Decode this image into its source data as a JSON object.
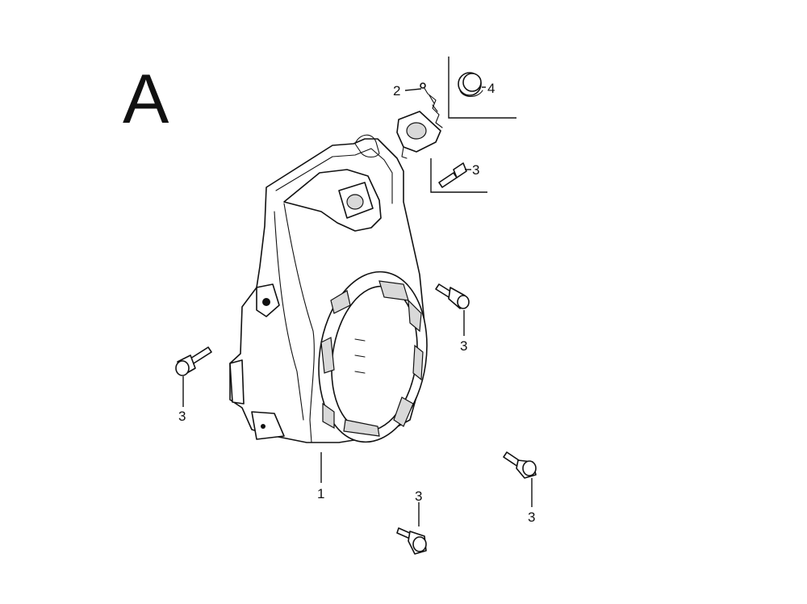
{
  "diagram": {
    "section_letter": "A",
    "callouts": {
      "housing": "1",
      "spring_wire": "2",
      "bolt_top_bracket": "3",
      "bolt_right_upper": "3",
      "bolt_left": "3",
      "bolt_bottom_center": "3",
      "bolt_bottom_right": "3",
      "grommet": "4"
    },
    "colors": {
      "ink": "#111111",
      "paper": "#ffffff"
    }
  }
}
